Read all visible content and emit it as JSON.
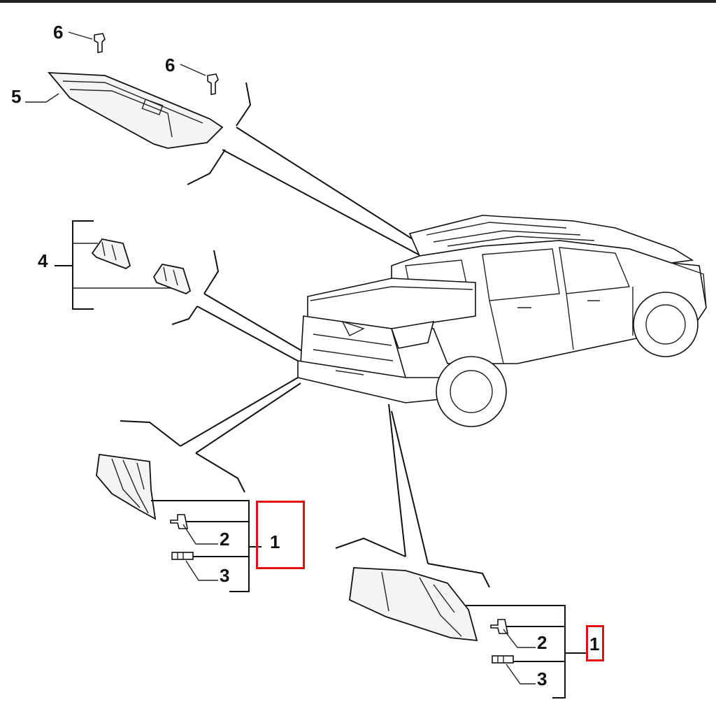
{
  "callouts": {
    "top_bolt_left": "6",
    "top_bolt_right": "6",
    "third_brake_light": "5",
    "license_lights": "4",
    "left_screw": "2",
    "left_bulb": "3",
    "left_lamp": "1",
    "right_screw": "2",
    "right_bulb": "3",
    "right_lamp": "1"
  },
  "colors": {
    "line": "#111111",
    "highlight": "#e01010",
    "background": "#ffffff"
  }
}
